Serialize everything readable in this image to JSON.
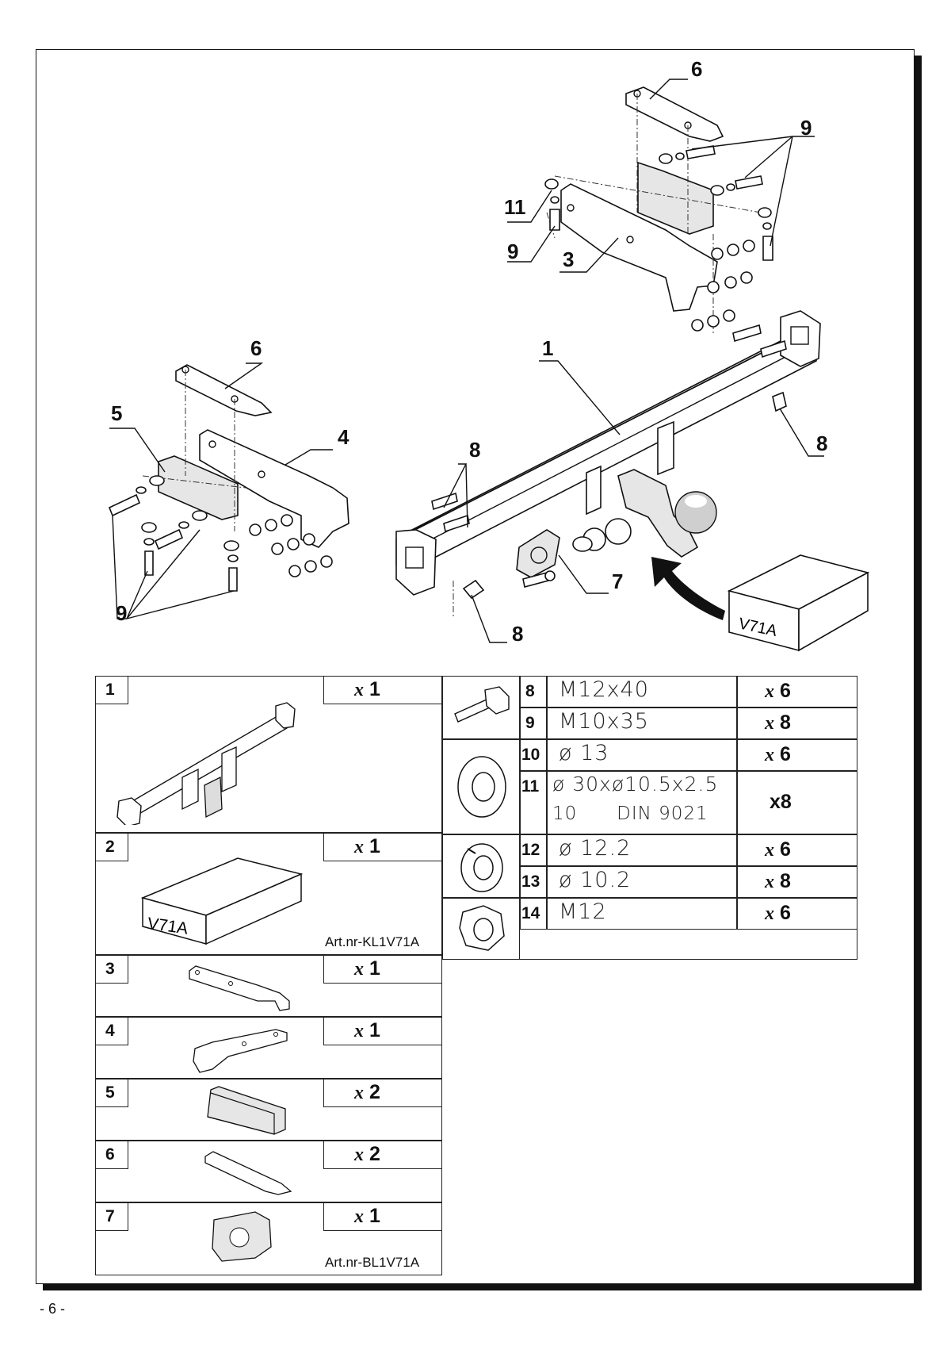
{
  "page_number": "- 6 -",
  "callouts": {
    "c1": "1",
    "c3": "3",
    "c4": "4",
    "c5": "5",
    "c6a": "6",
    "c6b": "6",
    "c7": "7",
    "c8a": "8",
    "c8b": "8",
    "c8c": "8",
    "c9a": "9",
    "c9b": "9",
    "c9c": "9",
    "c11": "11"
  },
  "kit_box_label": "V71A",
  "left_table": [
    {
      "num": "1",
      "qty": "1",
      "art": ""
    },
    {
      "num": "2",
      "qty": "1",
      "art": "Art.nr-KL1V71A",
      "box_label": "V71A"
    },
    {
      "num": "3",
      "qty": "1",
      "art": ""
    },
    {
      "num": "4",
      "qty": "1",
      "art": ""
    },
    {
      "num": "5",
      "qty": "2",
      "art": ""
    },
    {
      "num": "6",
      "qty": "2",
      "art": ""
    },
    {
      "num": "7",
      "qty": "1",
      "art": "Art.nr-BL1V71A"
    }
  ],
  "qty_prefix": "x",
  "right_table": [
    {
      "num": "8",
      "spec": "M12x40",
      "qty": "6"
    },
    {
      "num": "9",
      "spec": "M10x35",
      "qty": "8"
    },
    {
      "num": "10",
      "spec": "ø 13",
      "qty": "6"
    },
    {
      "num": "11",
      "spec": "ø 30xø10.5x2.5",
      "spec2": "10      DIN 9021",
      "qty": "8"
    },
    {
      "num": "12",
      "spec": "ø 12.2",
      "qty": "6"
    },
    {
      "num": "13",
      "spec": "ø 10.2",
      "qty": "8"
    },
    {
      "num": "14",
      "spec": "M12",
      "qty": "6"
    }
  ],
  "qty_11_label": "x8"
}
